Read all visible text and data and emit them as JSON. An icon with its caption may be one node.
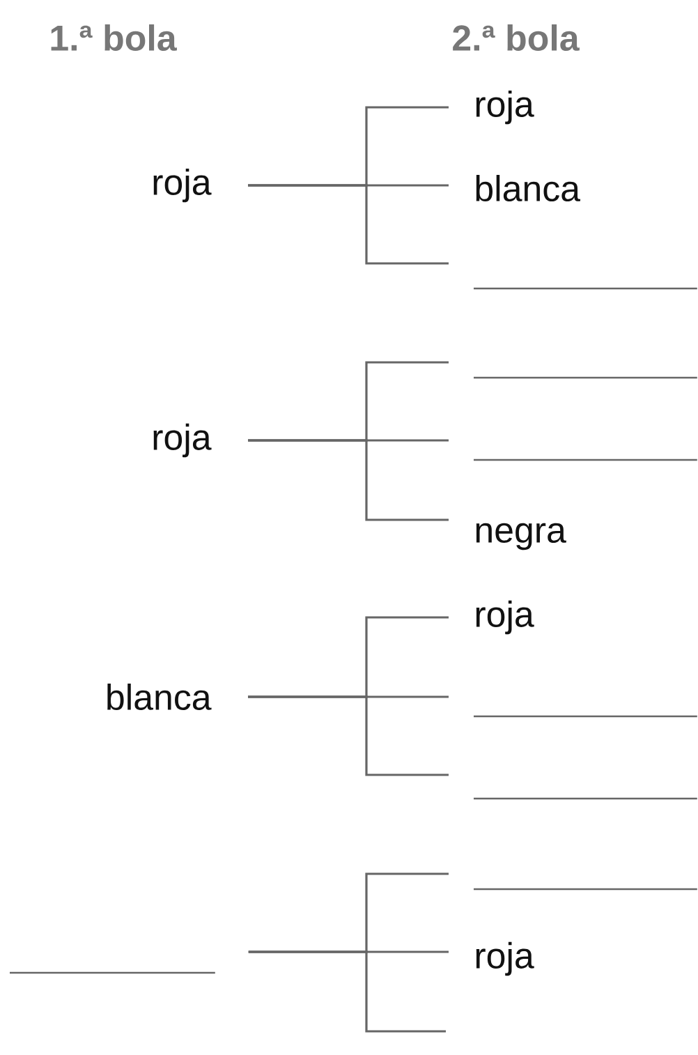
{
  "diagram": {
    "nodes": [
      {
        "text": [
          "roja"
        ]
      },
      {
        "text": [
          "roja"
        ]
      },
      {
        "text": [
          "blanca"
        ]
      },
      {
        "text": [],
        "shape": "line"
      },
      {
        "text": [
          "roja"
        ]
      },
      {
        "text": [],
        "shape": "line"
      },
      {
        "text": [],
        "shape": "line"
      },
      {
        "text": [
          "negra"
        ]
      },
      {
        "text": [
          "blanca"
        ]
      },
      {
        "text": [
          "roja"
        ]
      },
      {
        "text": [],
        "shape": "line"
      },
      {
        "text": [],
        "shape": "line"
      },
      {
        "text": [],
        "shape": "line"
      },
      {
        "text": [],
        "shape": "line"
      },
      {
        "text": [
          "roja"
        ]
      }
    ],
    "edges": [
      {
        "from": 0,
        "to": 1,
        "arrow": "none"
      },
      {
        "from": 0,
        "to": 2,
        "arrow": "none"
      },
      {
        "from": 0,
        "to": 3,
        "arrow": "none"
      },
      {
        "from": 4,
        "to": 5,
        "arrow": "none"
      },
      {
        "from": 4,
        "to": 6,
        "arrow": "none"
      },
      {
        "from": 4,
        "to": 7,
        "arrow": "none"
      },
      {
        "from": 8,
        "to": 9,
        "arrow": "none"
      },
      {
        "from": 8,
        "to": 10,
        "arrow": "none"
      },
      {
        "from": 8,
        "to": 11,
        "arrow": "none"
      },
      {
        "from": 12,
        "to": 13,
        "arrow": "none"
      },
      {
        "from": 12,
        "to": 14,
        "arrow": "none"
      },
      {
        "from": 12,
        "to": null,
        "arrow": "none"
      }
    ],
    "labels": [
      "1.ª bola",
      "2.ª bola"
    ]
  }
}
